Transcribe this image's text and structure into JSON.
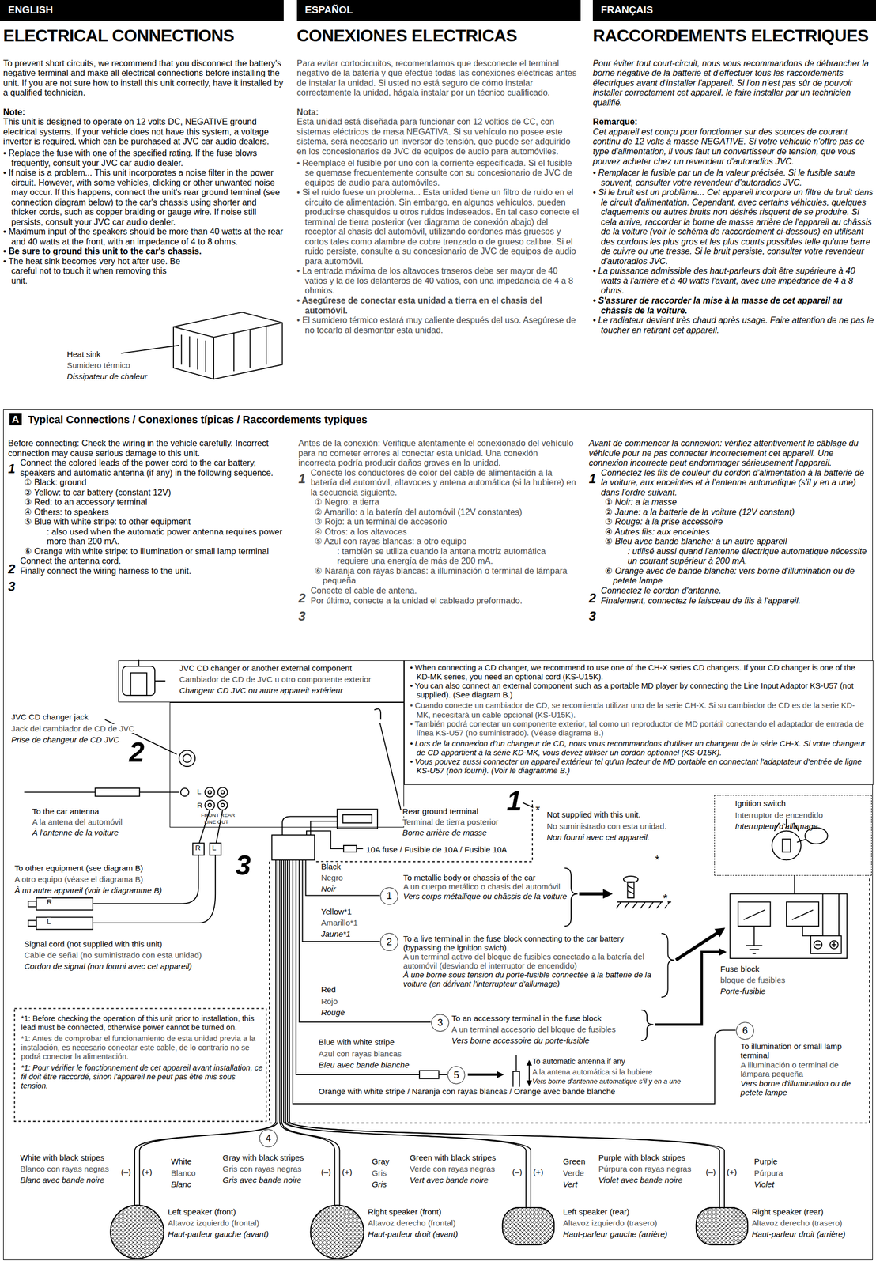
{
  "diagram": {
    "nodes": [
      {
        "text": [
          "ENGLISH"
        ]
      },
      {
        "text": [
          "ESPAÑOL"
        ]
      },
      {
        "text": [
          "FRANÇAIS"
        ]
      },
      {
        "text": [
          "A",
          "Typical Connections / Conexiones típicas / Raccordements typiques"
        ]
      },
      {
        "text": [
          "JVC CD changer or another external component",
          "Cambiador de CD de JVC u otro componente exterior",
          "Changeur CD JVC ou autre appareit extérieur"
        ],
        "in": 3
      },
      {
        "text": [
          "• When connecting a CD changer, we recommend to use one of the CH-X series CD changers. If your CD changer is one of the KD-MK series, you need an optional cord (KS-U15K).",
          "• You can also connect an external component such as a portable MD player by connecting the Line Input Adaptor KS-U57 (not supplied). (See diagram B.)",
          "• Cuando conecte un cambiador de CD, se recomienda utilizar uno de la serie CH-X. Si su cambiador de CD es de la serie KD-MK, necesitará un cable opcional (KS-U15K).",
          "• También podrá conectar un componente exterior, tal como un reproductor de MD portátil conectando el adaptador de entrada de línea KS-U57 (no suministrado). (Véase diagrama B.)",
          "• Lors de la connexion d'un changeur de CD, nous vous recommandons d'utiliser un changeur de la série CH-X. Si votre changeur de CD appartient à la série KD-MK, vous devez utiliser un cordon optionnel (KS-U15K).",
          "• Vous pouvez aussi connecter un appareil extérieur tel qu'un lecteur de MD portable en connectant l'adaptateur d'entrée de ligne KS-U57 (non fourni). (Voir le diagramme B.)"
        ],
        "in": 3
      },
      {
        "text": [
          "L",
          "R",
          "FRONT REAR",
          "LINE OUT"
        ],
        "in": 3
      },
      {
        "text": [
          "Ignition switch",
          "Interruptor de encendido",
          "Interrupteur d'allumage"
        ],
        "in": 3
      },
      {
        "text": [
          "1"
        ],
        "in": 3
      },
      {
        "text": [
          "2"
        ],
        "in": 3
      },
      {
        "text": [
          "3"
        ],
        "in": 3
      },
      {
        "text": [
          "4"
        ],
        "in": 3
      },
      {
        "text": [
          "5"
        ],
        "in": 3
      },
      {
        "text": [
          "6"
        ],
        "in": 3
      }
    ],
    "labels": [
      "To prevent short circuits, we recommend that you disconnect the battery's negative terminal and make all electrical connections before installing the unit. If you are not sure how to install this unit correctly, have it installed by a qualified technician.",
      "Note:",
      "This unit is designed to operate on 12 volts DC, NEGATIVE ground electrical systems. If your vehicle does not have this system, a voltage inverter is required, which can be purchased at JVC car audio dealers.",
      "• Replace the fuse with one of the specified rating. If the fuse blows frequently, consult your JVC car audio dealer.",
      "• If noise is a problem... This unit incorporates a noise filter in the power circuit. However, with some vehicles, clicking or other unwanted noise may occur. If this happens, connect the unit's rear ground terminal (see connection diagram below) to the car's chassis using shorter and thicker cords, such as copper braiding or gauge wire. If noise still persists, consult your JVC car audio dealer.",
      "• Maximum input of the speakers should be more than 40 watts at the rear and 40 watts at the front, with an impedance of 4 to 8 ohms.",
      "• Be sure to ground this unit to the car's chassis.",
      "• The heat sink becomes very hot after use. Be careful not to touch it when removing this unit.",
      "Heat sink",
      "Sumidero térmico",
      "Dissipateur de chaleur",
      "Para evitar cortocircuitos, recomendamos que desconecte el terminal negativo de la batería y que efectúe todas las conexiones eléctricas antes de instalar la unidad. Si usted no está seguro de cómo instalar correctamente la unidad, hágala instalar por un técnico cualificado.",
      "Nota:",
      "Esta unidad está diseñada para funcionar con 12 voltios de CC, con sistemas eléctricos de masa NEGATIVA. Si su vehículo no posee este sistema, será necesario un inversor de tensión, que puede ser adquirido en los concesionarios de JVC de equipos de audio para automóviles.",
      "• Reemplace el fusible por uno con la corriente especificada. Si el fusible se quemase frecuentemente consulte con su concesionario de JVC de equipos de audio para automóviles.",
      "• Si el ruido fuese un problema... Esta unidad tiene un filtro de ruido en el circuito de alimentación. Sin embargo, en algunos vehículos, pueden producirse chasquidos u otros ruidos indeseados. En tal caso conecte el terminal de tierra posterior (ver diagrama de conexión abajo) del receptor al chasis del automóvil, utilizando cordones más gruesos y cortos tales como alambre de cobre trenzado o de grueso calibre. Si el ruido persiste, consulte a su concesionario de JVC de equipos de audio para automóvil.",
      "• La entrada máxima de los altavoces traseros debe ser mayor de 40 vatios y la de los delanteros de 40 vatios, con una impedancia de 4 a 8 ohmios.",
      "• Asegúrese de conectar esta unidad a tierra en el chasis del automóvil.",
      "• El sumidero térmico estará muy caliente después del uso. Asegúrese de no tocarlo al desmontar esta unidad.",
      "Pour éviter tout court-circuit, nous vous recommandons de débrancher la borne négative de la batterie et d'effectuer tous les raccordements électriques avant d'installer l'appareil. Si l'on n'est pas sûr de pouvoir installer correctement cet appareil, le faire installer par un technicien qualifié.",
      "Remarque:",
      "Cet appareil est conçu pour fonctionner sur des sources de courant continu de 12 volts à masse NEGATIVE. Si votre véhicule n'offre pas ce type d'alimentation, il vous faut un convertisseur de tension, que vous pouvez acheter chez un revendeur d'autoradios JVC.",
      "• Remplacer le fusible par un de la valeur précisée. Si le fusible saute souvent, consulter votre revendeur d'autoradios JVC.",
      "• Si le bruit est un problème... Cet appareil incorpore un filtre de bruit dans le circuit d'alimentation. Cependant, avec certains véhicules, quelques claquements ou autres bruits non désirés risquent de se produire. Si cela arrive, raccorder la borne de masse arrière de l'appareil au châssis de la voiture (voir le schéma de raccordement ci-dessous) en utilisant des cordons les plus gros et les plus courts possibles telle qu'une barre de cuivre ou une tresse. Si le bruit persiste, consulter votre revendeur d'autoradios JVC.",
      "• La puissance admissible des haut-parleurs doit être supérieure à 40 watts à l'arrière et à 40 watts l'avant, avec une impédance de 4 à 8 ohms.",
      "• S'assurer de raccorder la mise à la masse de cet appareil au châssis de la voiture.",
      "• Le radiateur devient très chaud après usage. Faire attention de ne pas le toucher en retirant cet appareil.",
      "Before connecting: Check the wiring in the vehicle carefully. Incorrect connection may cause serious damage to this unit.",
      "1",
      "Connect the colored leads of the power cord to the car battery, speakers and automatic antenna (if any) in the following sequence.",
      "① Black: ground",
      "② Yellow: to car battery (constant 12V)",
      "③ Red: to an accessory terminal",
      "④ Others: to speakers",
      "⑤ Blue with white stripe: to other equipment",
      ": also used when the automatic power antenna requires power more than 200 mA.",
      "⑥ Orange with white stripe: to illumination or small lamp terminal",
      "2",
      "Connect the antenna cord.",
      "3",
      "Finally connect the wiring harness to the unit.",
      "Antes de la conexión: Verifique atentamente el conexionado del vehículo para no cometer errores al conectar esta unidad. Una conexión incorrecta podría producir daños graves en la unidad.",
      "1",
      "Conecte los conductores de color del cable de alimentación a la batería del automóvil, altavoces y antena automática (si la hubiere) en la secuencia siguiente.",
      "① Negro: a tierra",
      "② Amarillo: a la batería del automóvil (12V constantes)",
      "③ Rojo: a un terminal de accesorio",
      "④ Otros: a los altavoces",
      "⑤ Azul con rayas blancas: a otro equipo",
      ": también se utiliza cuando la antena motriz automática requiere una energía de más de 200 mA.",
      "⑥ Naranja con rayas blancas: a illuminación o terminal de lámpara pequeña",
      "2",
      "Conecte el cable de antena.",
      "3",
      "Por último, conecte a la unidad el cableado preformado.",
      "Avant de commencer la connexion: vérifiez attentivement le câblage du véhicule pour ne pas connecter incorrectement cet appareil. Une connexion incorrecte peut endommager sérieusement l'appareil.",
      "1",
      "Connectez les fils de couleur du cordon d'alimentation à la batterie de la voiture, aux enceintes et à l'antenne automatique (s'il y en a une) dans l'ordre suivant.",
      "① Noir: a la masse",
      "② Jaune:  a la batterie de la voiture (12V constant)",
      "③ Rouge: à la prise accessoire",
      "④ Autres fils: aux enceintes",
      "⑤ Bleu avec bande blanche: à un autre appareil",
      ": utilisé aussi quand l'antenne électrique automatique nécessite un courant supérieur à 200 mA.",
      "⑥ Orange avec de bande blanche: vers borne d'illumination ou de petete lampe",
      "2",
      "Connectez le cordon d'antenne.",
      "3",
      "Finalement, connectez le faisceau de fils à l'appareil.",
      "2",
      "1",
      "3",
      "JVC CD changer jack",
      "Jack del cambiador de CD de JVC",
      "Prise de changeur de CD JVC",
      "To the car antenna",
      "A la antena del automóvil",
      "À l'antenne de la voiture",
      "Rear ground terminal",
      "Terminal de tierra posterior",
      "Borne arrière de masse",
      "10A fuse / Fusible de 10A / Fusible 10A",
      "*",
      "Not supplied with this unit.",
      "No suministrado con esta unidad.",
      "Non fourni avec cet appareil.",
      "To other equipment (see diagram B)",
      "A otro equipo (véase el diagrama B)",
      "À un autre appareil (voir le diagramme B)",
      "R",
      "L",
      "R",
      "L",
      "Signal cord (not supplied with this unit)",
      "Cable de señal (no suministrado con esta unidad)",
      "Cordon de signal (non fourni avec cet appareil)",
      "Black",
      "Negro",
      "Noir",
      "To metallic body or chassis of the car",
      "A un cuerpo metálico o chasis del automóvil",
      "Vers corps métallique ou châssis de la voiture",
      "*",
      "*",
      "Yellow*1",
      "Amarillo*1",
      "Jaune*1",
      "To a live terminal in the fuse block connecting to the car battery (bypassing the ignition swich).",
      "A un terminal activo del bloque de fusibles conectado a la batería del automóvil (desviando el interruptor de encendido)",
      "À une borne sous tension du porte-fusible connectée à la batterie de la voiture (en dérivant l'interrupteur d'allumage)",
      "Fuse block",
      "bloque de fusibles",
      "Porte-fusible",
      "Red",
      "Rojo",
      "Rouge",
      "*1: Before checking the operation of this unit prior to installation, this lead must be connected, otherwise power cannot be turned on.",
      "*1: Antes de comprobar el funcionamiento de esta unidad previa a la instalación, es necesario conectar este cable, de lo contrario no se podrá conectar la alimentación.",
      "*1: Pour vérifier le fonctionnement de cet appareil avant installation, ce fil doit être raccordé, sinon l'appareil ne peut pas être mis sous tension.",
      "To an accessory terminal in the fuse block",
      "A un terminal accesorio del bloque de fusibles",
      "Vers borne accessoire du porte-fusible",
      "To illumination or small lamp terminal",
      "A illuminación o terminal de lámpara pequeña",
      "Vers borne d'illumination ou de petete lampe",
      "Blue with white stripe",
      "Azul con rayas blancas",
      "Bleu avec bande blanche",
      "To automatic antenna if any",
      "A la antena automática si la hubiere",
      "Vers borne d'antenne automatique s'il y en a une",
      "Orange with white stripe / Naranja con rayas blancas / Orange  avec bande blanche",
      "White with black stripes",
      "Blanco con rayas negras",
      "Blanc avec bande noire",
      "(–)",
      "(+)",
      "White",
      "Blanco",
      "Blanc",
      "Gray with black stripes",
      "Gris con rayas negras",
      "Gris avec bande noire",
      "(–)",
      "(+)",
      "Gray",
      "Gris",
      "Gris",
      "Green with black stripes",
      "Verde con rayas negras",
      "Vert avec bande noire",
      "(–)",
      "(+)",
      "Green",
      "Verde",
      "Vert",
      "Purple with black stripes",
      "Púrpura con rayas negras",
      "Violet avec bande noire",
      "(–)",
      "(+)",
      "Purple",
      "Púrpura",
      "Violet",
      "Left speaker (front)",
      "Altavoz izquierdo (frontal)",
      "Haut-parleur gauche (avant)",
      "Right speaker (front)",
      "Altavoz derecho (frontal)",
      "Haut-parleur droit (avant)",
      "Left speaker (rear)",
      "Altavoz izquierdo (trasero)",
      "Haut-parleur gauche (arrière)",
      "Right speaker (rear)",
      "Altavoz derecho (trasero)",
      "Haut-parleur droit (arrière)",
      "ELECTRICAL CONNECTIONS",
      "CONEXIONES ELECTRICAS",
      "RACCORDEMENTS ELECTRIQUES"
    ]
  }
}
